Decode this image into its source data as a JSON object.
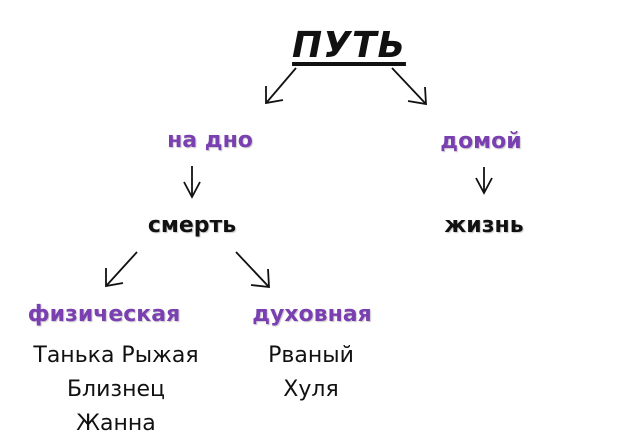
{
  "root": "ПУТЬ",
  "left_branch": {
    "label": "на дно",
    "result": "смерть",
    "sub_left": {
      "label": "физическая",
      "names": [
        "Танька Рыжая",
        "Близнец",
        "Жанна"
      ]
    },
    "sub_right": {
      "label": "духовная",
      "names": [
        "Рваный",
        "Хуля"
      ]
    }
  },
  "right_branch": {
    "label": "домой",
    "result": "жизнь"
  },
  "colors": {
    "accent_purple": "#7a3fb0",
    "text": "#111111"
  }
}
